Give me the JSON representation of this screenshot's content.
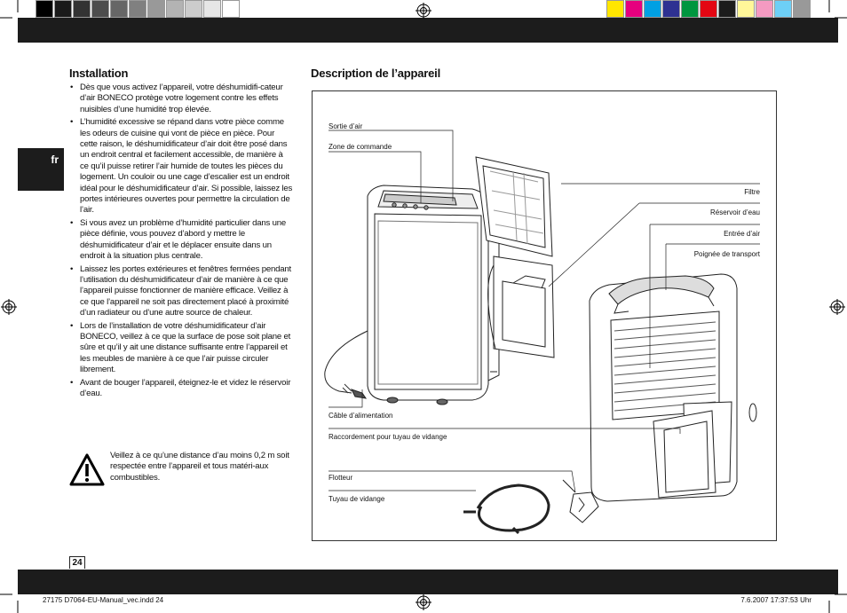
{
  "color_bar": {
    "grays": [
      "#000000",
      "#1a1a1a",
      "#333333",
      "#4d4d4d",
      "#666666",
      "#808080",
      "#999999",
      "#b3b3b3",
      "#cccccc",
      "#e6e6e6",
      "#ffffff"
    ],
    "colors": [
      "#ffe600",
      "#e6007e",
      "#00a0e3",
      "#2e3192",
      "#00963f",
      "#e30613",
      "#1c1c1c",
      "#fff799",
      "#f49ac1",
      "#6dcff6",
      "#999999"
    ]
  },
  "lang_tab": "fr",
  "installation": {
    "heading": "Installation",
    "bullets": [
      "Dès que vous activez l’appareil, votre déshumidifi-cateur d’air BONECO protège votre logement contre les effets nuisibles d’une humidité trop élevée.",
      "L’humidité excessive se répand dans votre pièce comme les odeurs de cuisine qui vont de pièce en pièce. Pour cette raison, le déshumidificateur d’air doit être posé dans un endroit central et facilement accessible, de manière à ce qu’il puisse retirer l’air humide de toutes les pièces du logement. Un couloir ou une cage d’escalier est un endroit idéal pour le déshumidificateur d’air. Si possible, laissez les portes intérieures ouvertes pour permettre la circulation de l’air.",
      "Si vous avez un problème d’humidité particulier dans une pièce définie, vous pouvez d’abord y mettre le déshumidificateur d’air et le déplacer ensuite dans un endroit à la situation plus centrale.",
      "Laissez les portes extérieures et fenêtres fermées pendant l’utilisation du déshumidificateur d’air de manière à ce que l’appareil puisse fonctionner de manière efficace. Veillez à ce que l’appareil ne soit pas directement placé à proximité d’un radiateur ou d’une autre source de chaleur.",
      "Lors de l’installation de votre déshumidificateur d’air BONECO, veillez à ce que la surface de pose soit plane et sûre et qu’il y ait une distance suffisante entre l’appareil et les meubles de manière à ce que l’air puisse circuler librement.",
      "Avant de bouger l’appareil, éteignez-le et videz le réservoir d’eau."
    ],
    "warning": "Veillez à ce qu’une distance d’au moins 0,2 m soit respectée entre l’appareil et tous matéri-aux combustibles."
  },
  "description": {
    "heading": "Description de l’appareil",
    "labels_left": {
      "sortie": "Sortie d’air",
      "zone": "Zone de commande",
      "cable": "Câble d’alimentation",
      "raccord": "Raccordement pour tuyau de vidange",
      "flotteur": "Flotteur",
      "tuyau": "Tuyau de vidange"
    },
    "labels_right": {
      "filtre": "Filtre",
      "reservoir": "Réservoir d’eau",
      "entree": "Entrée d’air",
      "poignee": "Poignée de transport"
    }
  },
  "page_number": "24",
  "footer": {
    "left": "27175 D7064-EU-Manual_vec.indd   24",
    "right": "7.6.2007   17:37:53 Uhr"
  }
}
